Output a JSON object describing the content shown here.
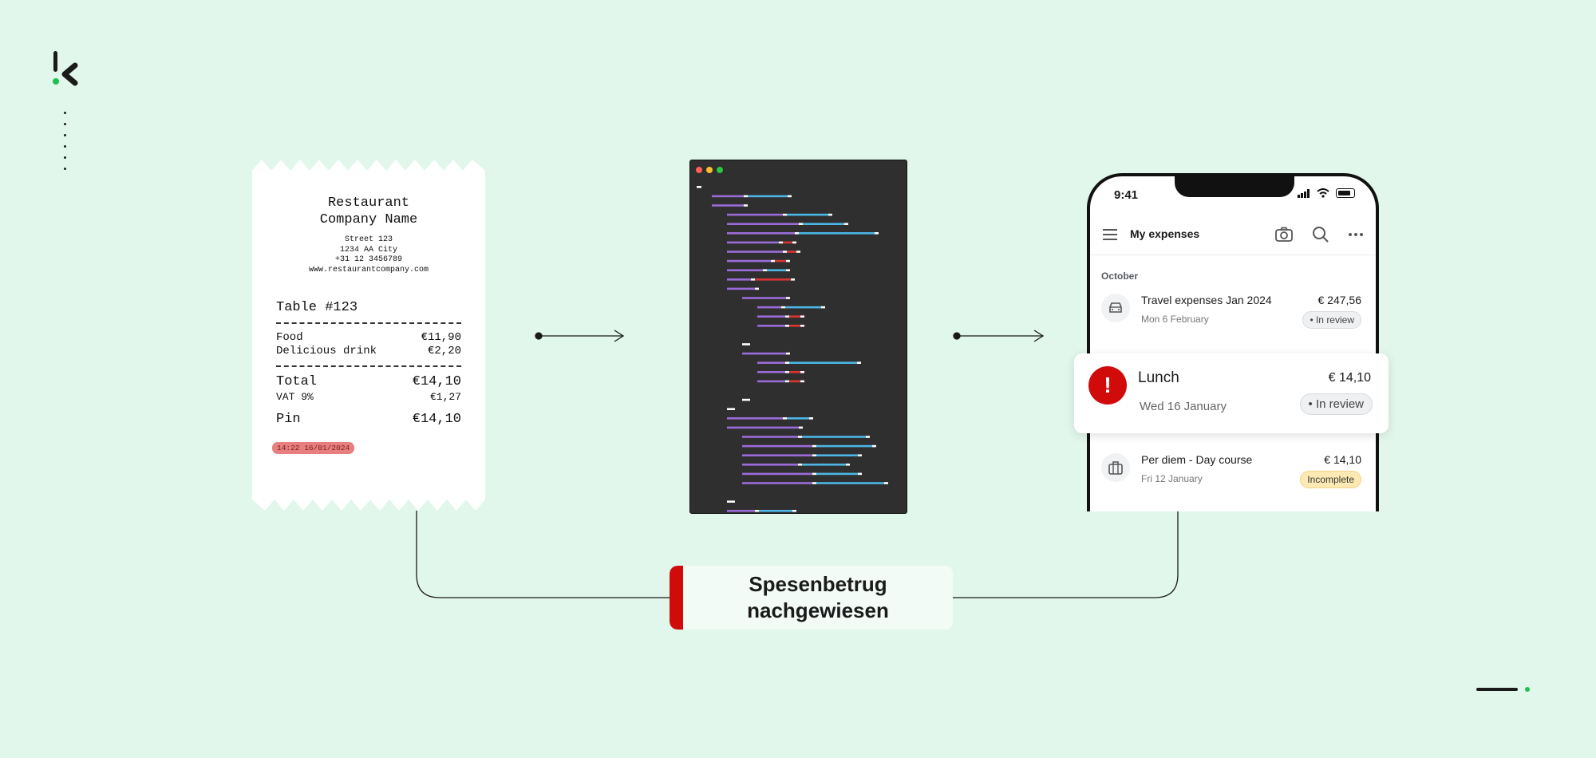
{
  "receipt": {
    "title_line1": "Restaurant",
    "title_line2": "Company Name",
    "street": "Street 123",
    "city": "1234 AA City",
    "phone": "+31 12 3456789",
    "website": "www.restaurantcompany.com",
    "table": "Table #123",
    "items": [
      {
        "label": "Food",
        "value": "€11,90"
      },
      {
        "label": "Delicious drink",
        "value": "€2,20"
      }
    ],
    "total_label": "Total",
    "total_value": "€14,10",
    "vat_label": "VAT 9%",
    "vat_value": "€1,27",
    "pin_label": "Pin",
    "pin_value": "€14,10",
    "timestamp": "14:22 16/01/2024"
  },
  "phone": {
    "time": "9:41",
    "title": "My expenses",
    "section": "October",
    "items": [
      {
        "name": "Travel expenses Jan 2024",
        "date": "Mon 6 February",
        "amount": "€ 247,56",
        "status": "• In review",
        "icon": "car-icon"
      },
      {
        "name": "Per diem - Day course",
        "date": "Fri 12 January",
        "amount": "€ 14,10",
        "status": "Incomplete",
        "icon": "briefcase-icon"
      }
    ],
    "highlight": {
      "alert": "!",
      "name": "Lunch",
      "date": "Wed 16 January",
      "amount": "€ 14,10",
      "status": "• In review"
    }
  },
  "label": {
    "line1": "Spesenbetrug",
    "line2": "nachgewiesen"
  },
  "colors": {
    "background": "#e2f7ec",
    "accent_red": "#d10a0a",
    "brand_green": "#1dbf4e",
    "terminal": "#2f2f2f"
  }
}
